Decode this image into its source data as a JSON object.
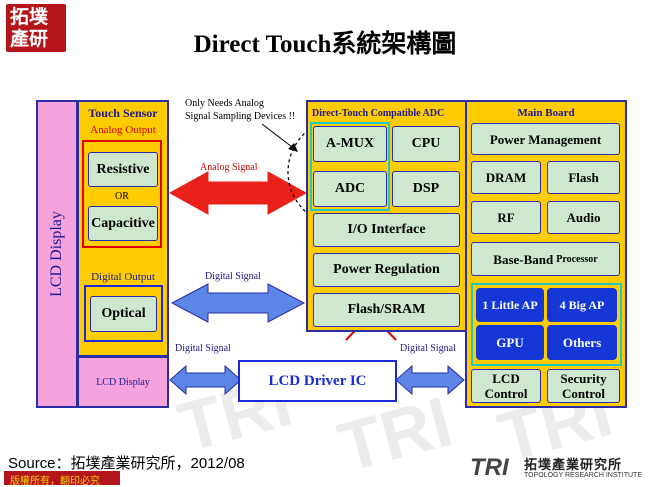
{
  "logo": {
    "line1": "拓墣",
    "line2": "產研"
  },
  "title": "Direct Touch系統架構圖",
  "lcd_panel": {
    "vertical_label": "LCD Display"
  },
  "touch_sensor": {
    "header": "Touch Sensor",
    "analog_output": "Analog Output",
    "resistive": "Resistive",
    "or": "OR",
    "capacitive": "Capacitive",
    "digital_output": "Digital Output",
    "optical": "Optical",
    "lcd_display": "LCD Display"
  },
  "callout": {
    "line1": "Only Needs Analog",
    "line2": "Signal Sampling Devices !!"
  },
  "signals": {
    "analog": "Analog Signal",
    "digital_mid": "Digital Signal",
    "digital_left": "Digital Signal",
    "digital_right": "Digital Signal"
  },
  "adc_panel": {
    "header": "Direct-Touch Compatible ADC",
    "amux": "A-MUX",
    "cpu": "CPU",
    "adc": "ADC",
    "dsp": "DSP",
    "io": "I/O Interface",
    "power_reg": "Power Regulation",
    "flash_sram": "Flash/SRAM"
  },
  "main_board": {
    "header": "Main Board",
    "power_mgmt": "Power Management",
    "dram": "DRAM",
    "flash": "Flash",
    "rf": "RF",
    "audio": "Audio",
    "baseband": "Base-Band",
    "processor": "Processor",
    "little_ap": "1 Little AP",
    "big_ap": "4 Big AP",
    "gpu": "GPU",
    "others": "Others",
    "lcd_control_1": "LCD",
    "lcd_control_2": "Control",
    "security_1": "Security",
    "security_2": "Control"
  },
  "lcd_driver": "LCD Driver IC",
  "source": "Source：拓墣產業研究所，2012/08",
  "copyright": "版權所有，翻印必究",
  "footer_logo": {
    "mark": "TRI",
    "name": "拓墣產業研究所",
    "sub": "TOPOLOGY RESEARCH INSTITUTE"
  },
  "colors": {
    "pink": "#f6a2dd",
    "yellow": "#ffcc00",
    "green_box": "#cfe7cf",
    "blue": "#1437d6",
    "red": "#d20000"
  }
}
